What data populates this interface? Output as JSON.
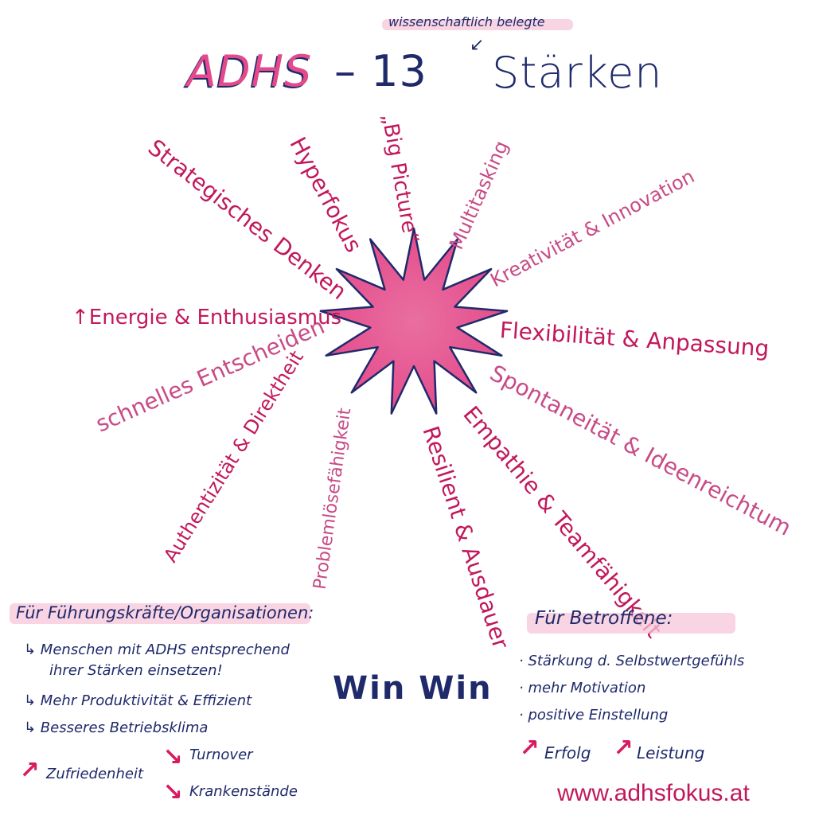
{
  "title": {
    "part1": "ADHS",
    "part2": "– 13",
    "part3": "Stärken",
    "note": "wissenschaftlich belegte"
  },
  "strengths": [
    "„Big Picture“",
    "Multitasking",
    "Kreativität & Innovation",
    "Flexibilität & Anpassung",
    "Spontaneität & Ideenreichtum",
    "Empathie & Teamfähigkeit",
    "Resilient & Ausdauer",
    "Problemlösefähigkeit",
    "Authentizität & Direktheit",
    "schnelles Entscheiden",
    "↑Energie & Enthusiasmus",
    "Strategisches Denken",
    "Hyperfokus"
  ],
  "center_win": "Win Win",
  "leaders": {
    "heading": "Für Führungskräfte/Organisationen:",
    "items": [
      "↳ Menschen mit ADHS entsprechend",
      "ihrer Stärken einsetzen!",
      "↳ Mehr Produktivität & Effizient",
      "↳ Besseres Betriebsklima"
    ],
    "up_label": "Zufriedenheit",
    "down_labels": [
      "Turnover",
      "Krankenstände"
    ]
  },
  "affected": {
    "heading": "Für Betroffene:",
    "items": [
      "· Stärkung d. Selbstwertgefühls",
      "· mehr Motivation",
      "· positive Einstellung"
    ],
    "up_labels": [
      "Erfolg",
      "Leistung"
    ]
  },
  "website": "www.adhsfokus.at",
  "colors": {
    "navy": "#1f2a6b",
    "pink": "#c2185b",
    "star": "#e4498b",
    "highlight": "#f7c6d8"
  }
}
